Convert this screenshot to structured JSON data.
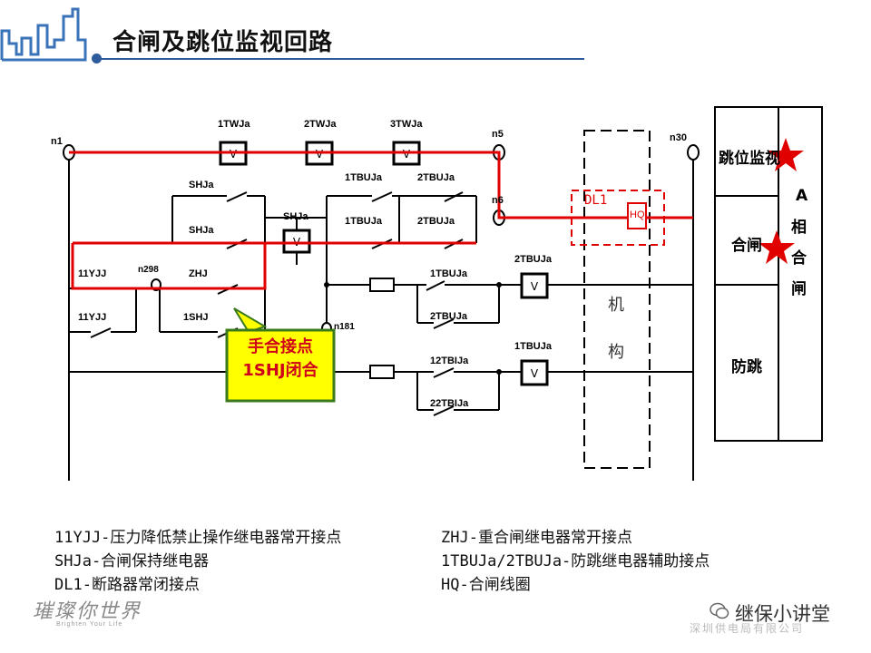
{
  "title": "合闸及跳位监视回路",
  "nodes": {
    "n1": "n1",
    "n5": "n5",
    "n6": "n6",
    "n30": "n30",
    "n298": "n298",
    "n181": "n181"
  },
  "components": {
    "tw1": "1TWJa",
    "tw2": "2TWJa",
    "tw3": "3TWJa",
    "lamp_v": "V",
    "shja_top": "SHJa",
    "shja_bot": "SHJa",
    "shja_coil": "SHJa",
    "tbu1_top": "1TBUJa",
    "tbu2_top": "2TBUJa",
    "tbu1_mid": "1TBUJa",
    "tbu2_mid": "2TBUJa",
    "yjj_top": "11YJJ",
    "zhj": "ZHJ",
    "yjj_bot": "11YJJ",
    "shj1": "1SHJ",
    "tbuj_right2": "2TBUJa",
    "tbuja_row1": "1TBUJa",
    "tbuja_row2": "2TBUJa",
    "tbuja_right1": "1TBUJa",
    "tbij1": "12TBIJa",
    "tbij2": "22TBIJa",
    "dl1": "DL1",
    "hq": "HQ"
  },
  "mechanism": {
    "char1": "机",
    "char2": "构"
  },
  "right_panel": {
    "trip_monitor": "跳位监视",
    "close": "合闸",
    "anti_jump": "防跳",
    "phase_a": [
      "A",
      "相",
      "合",
      "闸"
    ]
  },
  "callout": {
    "line1": "手合接点",
    "line2": "1SHJ闭合"
  },
  "legend_left": [
    "11YJJ-压力降低禁止操作继电器常开接点",
    "SHJa-合闸保持继电器",
    "DL1-断路器常闭接点"
  ],
  "legend_right": [
    "ZHJ-重合闸继电器常开接点",
    "1TBUJa/2TBUJa-防跳继电器辅助接点",
    "HQ-合闸线圈"
  ],
  "footer": {
    "brand": "璀璨你世界",
    "sub": "Brighten Your Life"
  },
  "watermark": {
    "text": "继保小讲堂",
    "faint": "深圳供电局有限公司"
  },
  "colors": {
    "path": "#e10000",
    "wire": "#000000",
    "accent": "#2e5b9c",
    "callout_fill": "#ffff00",
    "callout_border": "#3a7a1a"
  }
}
